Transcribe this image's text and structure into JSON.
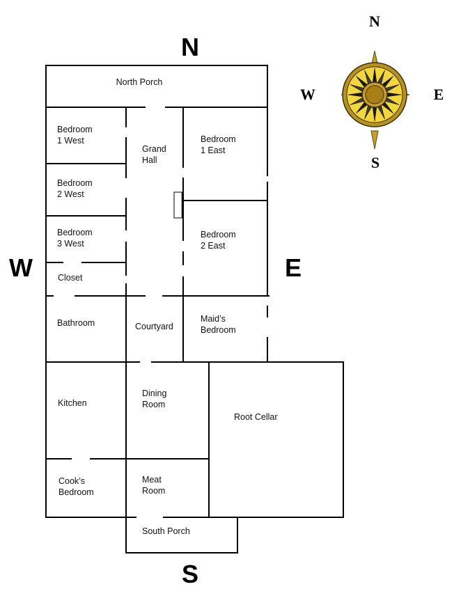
{
  "directions": {
    "north": "N",
    "south": "S",
    "west": "W",
    "east": "E"
  },
  "compass": {
    "north": "N",
    "south": "S",
    "west": "W",
    "east": "E",
    "colors": {
      "gold": "#f2d63b",
      "dark_gold": "#8a6d0b",
      "ring": "#b8921c"
    }
  },
  "rooms": {
    "north_porch": [
      "North Porch"
    ],
    "bedroom_1_west": [
      "Bedroom",
      "1 West"
    ],
    "bedroom_2_west": [
      "Bedroom",
      "2 West"
    ],
    "bedroom_3_west": [
      "Bedroom",
      "3 West"
    ],
    "closet": [
      "Closet"
    ],
    "bathroom": [
      "Bathroom"
    ],
    "grand_hall": [
      "Grand",
      "Hall"
    ],
    "bedroom_1_east": [
      "Bedroom",
      "1 East"
    ],
    "bedroom_2_east": [
      "Bedroom",
      "2 East"
    ],
    "courtyard": [
      "Courtyard"
    ],
    "maids_bedroom": [
      "Maid’s",
      "Bedroom"
    ],
    "kitchen": [
      "Kitchen"
    ],
    "dining_room": [
      "Dining",
      "Room"
    ],
    "root_cellar": [
      "Root Cellar"
    ],
    "cooks_bedroom": [
      "Cook’s",
      "Bedroom"
    ],
    "meat_room": [
      "Meat",
      "Room"
    ],
    "south_porch": [
      "South Porch"
    ]
  }
}
